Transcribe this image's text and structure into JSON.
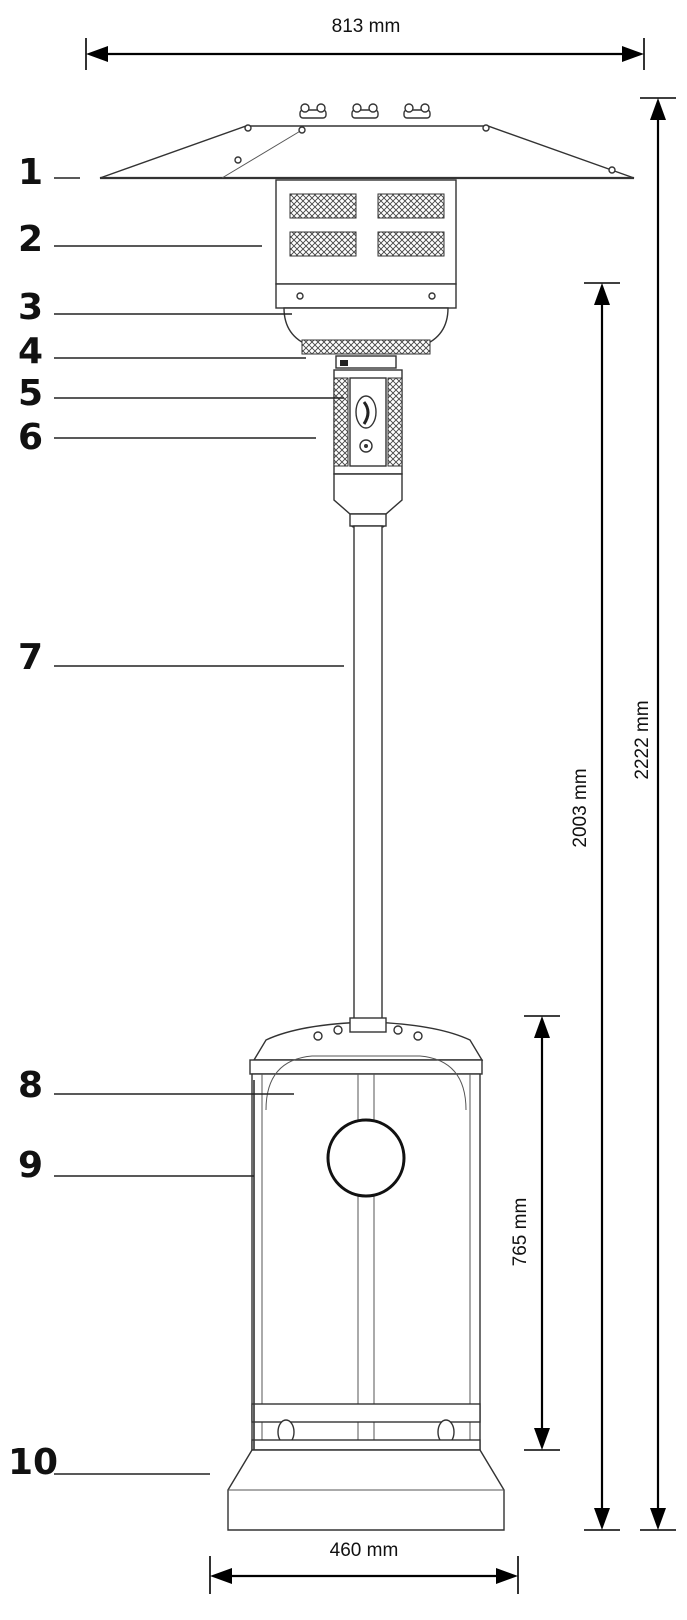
{
  "dimensions": {
    "top_width": "813 mm",
    "base_width": "460 mm",
    "total_height": "2222 mm",
    "upper_height": "2003 mm",
    "tank_height": "765 mm"
  },
  "parts": [
    "1",
    "2",
    "3",
    "4",
    "5",
    "6",
    "7",
    "8",
    "9",
    "10"
  ]
}
